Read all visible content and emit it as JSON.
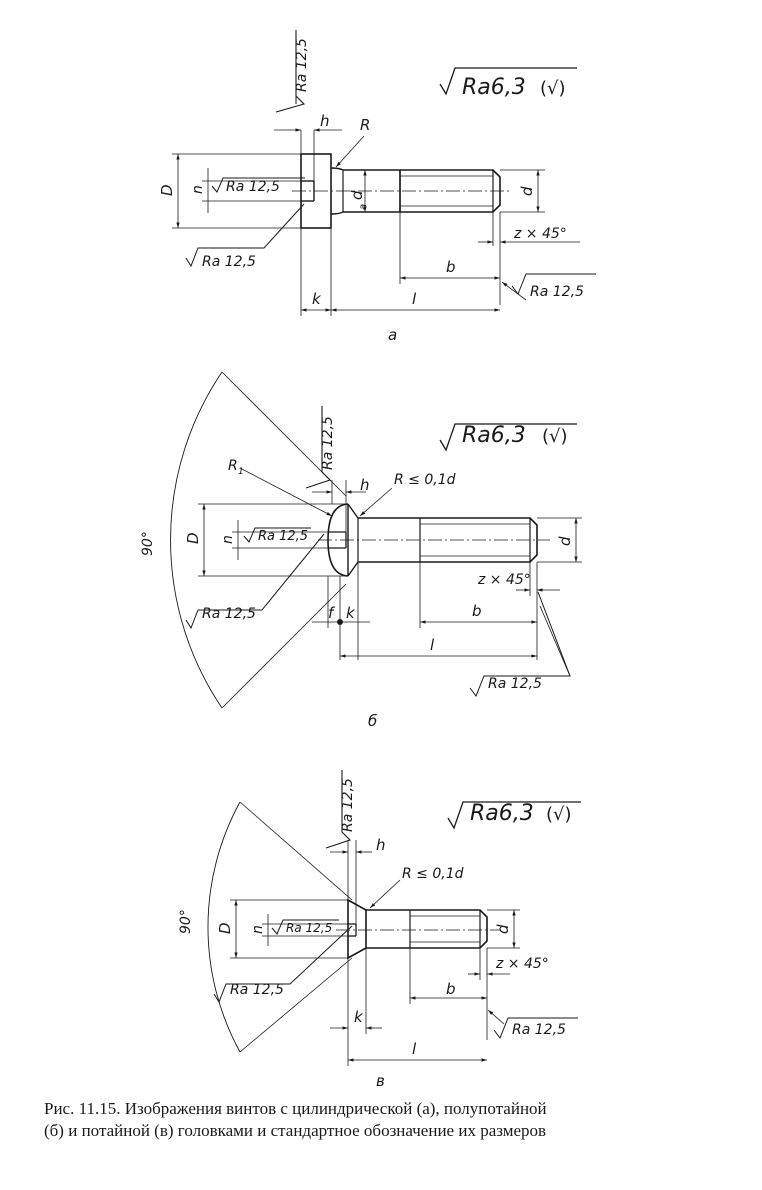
{
  "global_roughness": "Ra6,3",
  "global_roughness_suffix": "(√)",
  "ra": "Ra 12,5",
  "labels": {
    "D": "D",
    "n": "n",
    "h": "h",
    "R": "R",
    "R1": "R",
    "R1_sub": "1",
    "da": "d",
    "da_sub": "a",
    "d": "d",
    "k": "k",
    "l": "l",
    "b": "b",
    "f": "f",
    "z45": "z × 45°",
    "rmax": "R ≤ 0,1d",
    "angle90": "90°"
  },
  "subfigures": [
    "а",
    "б",
    "в"
  ],
  "caption": {
    "line1": "Рис. 11.15. Изображения винтов с цилиндрической (а), полупотайной",
    "line2": "(б) и потайной (в) головками и стандартное обозначение их размеров"
  }
}
